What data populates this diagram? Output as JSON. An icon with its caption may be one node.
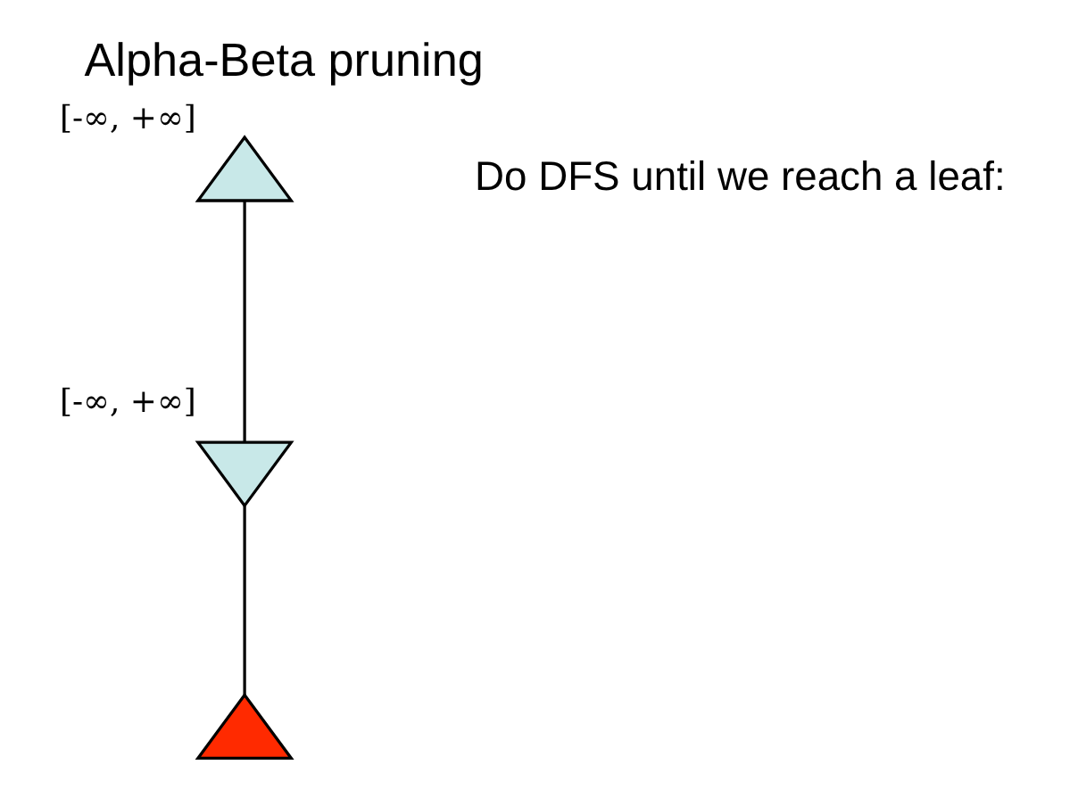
{
  "diagram": {
    "title": "Alpha-Beta pruning",
    "nodes": [
      {
        "text": [],
        "shape": "triangle",
        "beside": [
          "[-∞, +∞]"
        ]
      },
      {
        "text": [],
        "shape": "triangle",
        "beside": [
          "[-∞, +∞]"
        ]
      },
      {
        "text": [],
        "shape": "triangle"
      }
    ],
    "edges": [
      {
        "from": 0,
        "to": 1,
        "arrow": "none"
      },
      {
        "from": 1,
        "to": 2,
        "arrow": "none"
      }
    ],
    "labels": [
      "Do DFS until we reach a leaf:"
    ]
  }
}
